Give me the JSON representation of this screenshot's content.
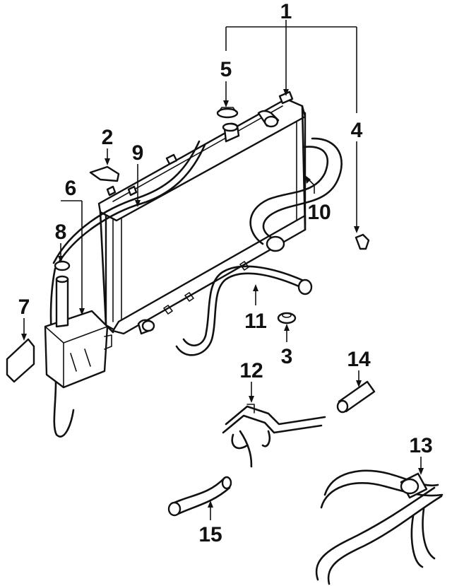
{
  "callouts": [
    {
      "id": "1",
      "text": "1"
    },
    {
      "id": "2",
      "text": "2"
    },
    {
      "id": "3",
      "text": "3"
    },
    {
      "id": "4",
      "text": "4"
    },
    {
      "id": "5",
      "text": "5"
    },
    {
      "id": "6",
      "text": "6"
    },
    {
      "id": "7",
      "text": "7"
    },
    {
      "id": "8",
      "text": "8"
    },
    {
      "id": "9",
      "text": "9"
    },
    {
      "id": "10",
      "text": "10"
    },
    {
      "id": "11",
      "text": "11"
    },
    {
      "id": "12",
      "text": "12"
    },
    {
      "id": "13",
      "text": "13"
    },
    {
      "id": "14",
      "text": "14"
    },
    {
      "id": "15",
      "text": "15"
    }
  ],
  "colors": {
    "ink": "#111111",
    "background": "#ffffff"
  }
}
